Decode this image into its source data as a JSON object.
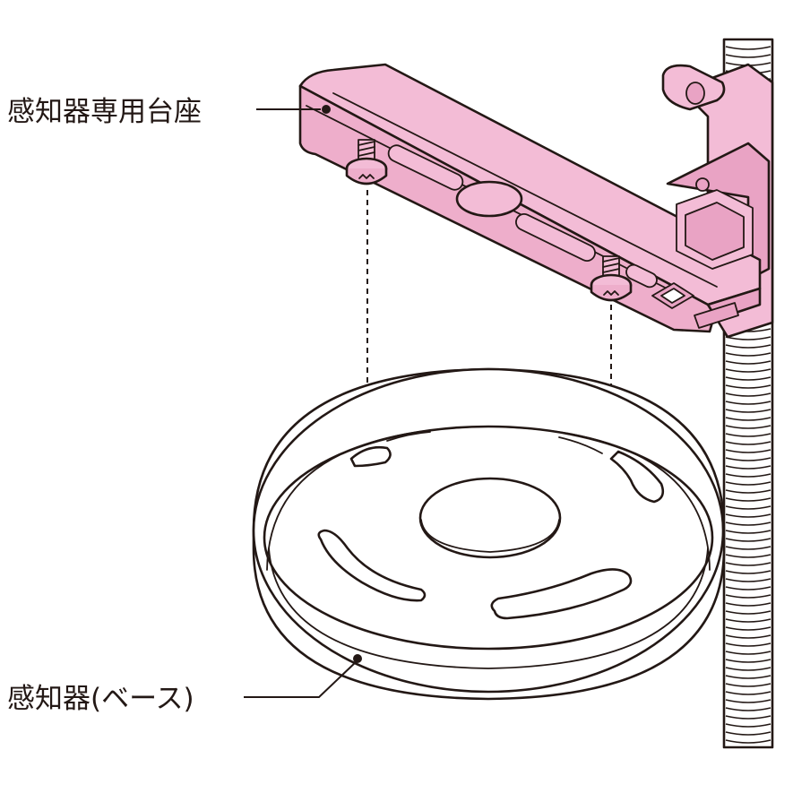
{
  "labels": {
    "mount": "感知器専用台座",
    "base": "感知器(ベース)"
  },
  "colors": {
    "bracket_fill": "#f3bcd6",
    "bracket_shade": "#e9a3c4",
    "ink": "#231815",
    "base_fill": "#ffffff",
    "conduit_fill": "#ffffff"
  },
  "parts": [
    "conduit-pipe",
    "mounting-bracket",
    "screw",
    "sensor-base"
  ]
}
